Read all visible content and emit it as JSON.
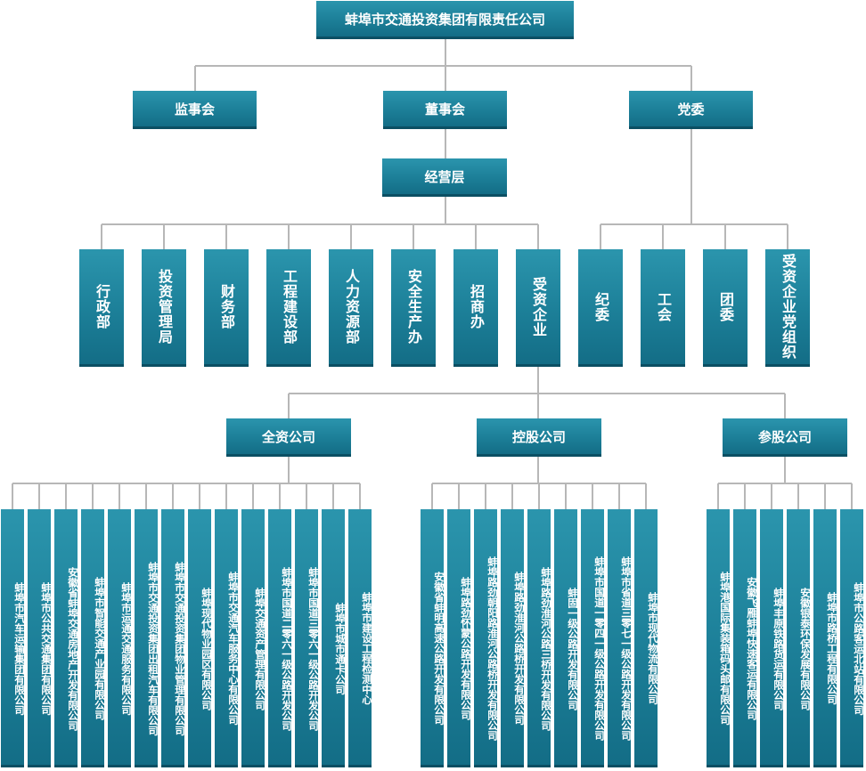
{
  "root": "蚌埠市交通投资集团有限责任公司",
  "level1": [
    "监事会",
    "董事会",
    "党委"
  ],
  "management": "经营层",
  "departments": [
    "行政部",
    "投资管理局",
    "财务部",
    "工程建设部",
    "人力资源部",
    "安全生产办",
    "招商办",
    "受资企业"
  ],
  "party_orgs": [
    "纪委",
    "工会",
    "团委",
    "受资企业党组织"
  ],
  "groups": [
    {
      "label": "全资公司",
      "companies": [
        "蚌埠市汽车运输集团有限公司",
        "蚌埠市公共交通集团有限公司",
        "安徽省蚌埠交通房地产开发有限公司",
        "蚌埠市智能交通产业园有限公司",
        "蚌埠市运通交通服务有限公司",
        "蚌埠市交通投资集团出租汽车有限公司",
        "蚌埠市交通投资集团物业管理有限公司",
        "蚌埠现代物业园区有限公司",
        "蚌埠市交通汽车服务中心有限公司",
        "蚌埠交通资产管理有限公司",
        "蚌埠市国道二零六一级公路开发公司",
        "蚌埠市国道三零六一级公路开发公司",
        "蚌埠市城市通卡公司",
        "蚌埠市建设工程检测中心"
      ]
    },
    {
      "label": "控股公司",
      "companies": [
        "安徽省蚌明高速公路开发有限公司",
        "蚌埠路劲怀蒙公路开发有限公司",
        "蚌埠路劲朝阳路淮河公路桥开发有限公司",
        "蚌埠路劲淮河公路桥开发有限公司",
        "蚌埠路劲淮河公路三桥开发有限公司",
        "蚌固一级公路开发有限公司",
        "蚌埠市国道一零四一级公路开发有限公司",
        "蚌埠市省道三零七一级公路开发有限公司",
        "蚌埠市现代物流有限公司"
      ]
    },
    {
      "label": "参股公司",
      "companies": [
        "蚌埠港国际集装箱码头邮有限公司",
        "安徽飞雁蚌埠快速客运有限公司",
        "蚌埠丰原铁路货运有限公司",
        "安徽银泰环保发展有限公司",
        "蚌埠市路桥工程有限公司",
        "蚌埠市公路客运北站有限公司"
      ]
    }
  ],
  "colors": {
    "box": "#1c7f98",
    "box_dark": "#0b4f63",
    "line": "#b7b7b7",
    "text": "#ffffff"
  }
}
